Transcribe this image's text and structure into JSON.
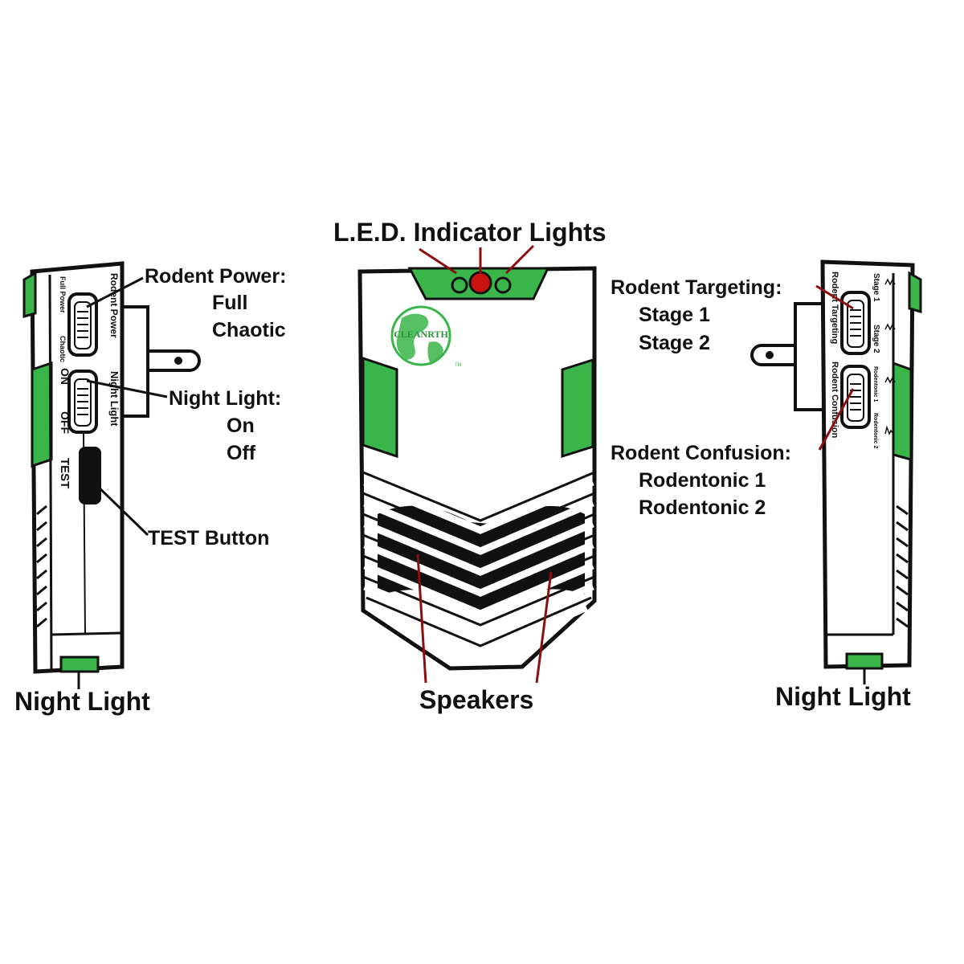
{
  "colors": {
    "green": "#3ab54a",
    "outline": "#111111",
    "led_red": "#cc1111",
    "background": "#ffffff"
  },
  "center_unit": {
    "label_led": "L.E.D. Indicator Lights",
    "label_speakers": "Speakers",
    "logo_text": "CLEANRTH",
    "logo_mark": "TM"
  },
  "left_unit": {
    "label_rodent_power": "Rodent Power:",
    "option_full": "Full",
    "option_chaotic": "Chaotic",
    "label_night_light_switch": "Night Light:",
    "option_on": "On",
    "option_off": "Off",
    "label_test_button": "TEST Button",
    "label_night_light": "Night Light",
    "printed": {
      "full_power": "Full Power",
      "chaotic": "Chaotic",
      "rodent_power": "Rodent Power",
      "on": "ON",
      "off": "OFF",
      "night_light": "Night Light",
      "test": "TEST"
    }
  },
  "right_unit": {
    "label_rodent_targeting": "Rodent Targeting:",
    "option_stage1": "Stage 1",
    "option_stage2": "Stage 2",
    "label_rodent_confusion": "Rodent Confusion:",
    "option_rodentonic1": "Rodentonic 1",
    "option_rodentonic2": "Rodentonic 2",
    "label_night_light": "Night Light",
    "printed": {
      "stage1": "Stage 1",
      "stage2": "Stage 2",
      "rodentonic1": "Rodentonic 1",
      "rodentonic2": "Rodentonic 2",
      "rodent_targeting": "Rodent Targeting",
      "rodent_confusion": "Rodent Confusion"
    }
  }
}
